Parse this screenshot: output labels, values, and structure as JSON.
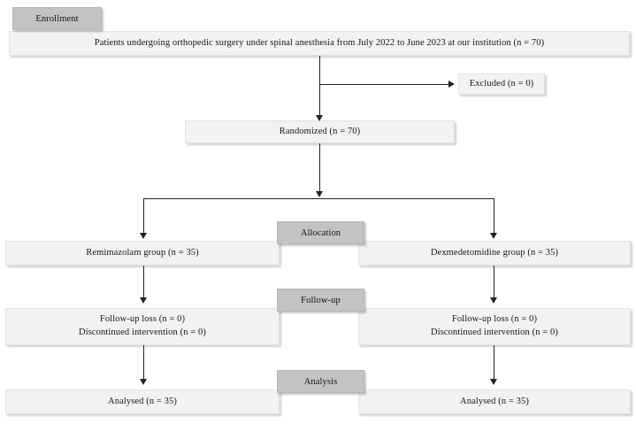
{
  "diagram": {
    "type": "consort-flow-diagram",
    "stages": [
      {
        "id": "enrollment",
        "label": "Enrollment"
      },
      {
        "id": "allocation",
        "label": "Allocation"
      },
      {
        "id": "followup",
        "label": "Follow-up"
      },
      {
        "id": "analysis",
        "label": "Analysis"
      }
    ],
    "boxes": {
      "enrollment": {
        "lines": [
          "Patients undergoing orthopedic surgery under spinal anesthesia from July 2022 to June 2023 at our institution (n = 70)"
        ]
      },
      "excluded": {
        "lines": [
          "Excluded (n = 0)"
        ]
      },
      "randomized": {
        "lines": [
          "Randomized (n = 70)"
        ]
      },
      "allocation_left": {
        "lines": [
          "Remimazolam group (n = 35)"
        ]
      },
      "allocation_right": {
        "lines": [
          "Dexmedetomidine group (n = 35)"
        ]
      },
      "followup_left": {
        "lines": [
          "Follow-up loss (n = 0)",
          "Discontinued intervention (n = 0)"
        ]
      },
      "followup_right": {
        "lines": [
          "Follow-up loss (n = 0)",
          "Discontinued intervention (n = 0)"
        ]
      },
      "analysis_left": {
        "lines": [
          "Analysed (n = 35)"
        ]
      },
      "analysis_right": {
        "lines": [
          "Analysed (n = 35)"
        ]
      }
    },
    "colors": {
      "box_fill": "#f2f2f2",
      "stage_fill": "#c3c3c3",
      "connector": "#232323",
      "background": "#ffffff",
      "text": "#171717"
    }
  }
}
